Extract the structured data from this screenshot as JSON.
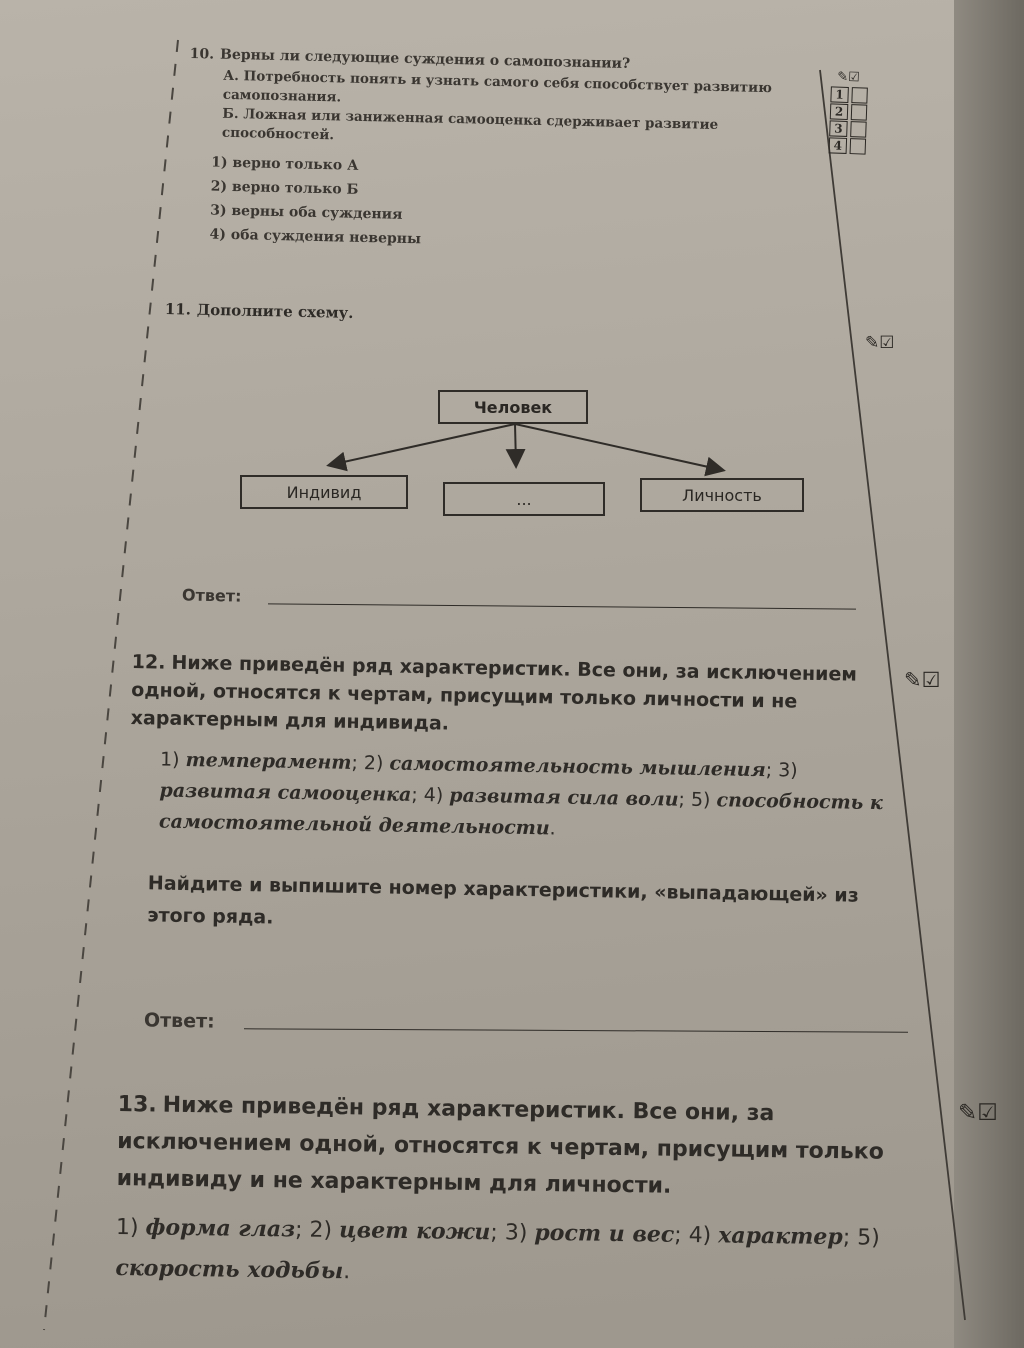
{
  "q10": {
    "number": "10.",
    "question": "Верны ли следующие суждения о самопознании?",
    "a": "А. Потребность понять и узнать самого себя способствует развитию самопознания.",
    "b": "Б. Ложная или заниженная самооценка сдерживает развитие способностей.",
    "options": [
      "1) верно только А",
      "2) верно только Б",
      "3) верны оба суждения",
      "4) оба суждения неверны"
    ],
    "answer_numbers": [
      "1",
      "2",
      "3",
      "4"
    ]
  },
  "q11": {
    "number": "11.",
    "question": "Дополните схему.",
    "top_box": "Человек",
    "left_box": "Индивид",
    "middle_box": "...",
    "right_box": "Личность",
    "answer_label": "Ответ:"
  },
  "q12": {
    "number": "12.",
    "question": "Ниже приведён ряд характеристик. Все они, за исключением одной, относятся к чертам, присущим только личности и не характерным для индивида.",
    "o1": "1) ",
    "o1t": "темперамент",
    "o2": "; 2) ",
    "o2t": "самостоятельность мышления",
    "o3": "; 3) ",
    "o3t": "развитая самооценка",
    "o4": "; 4) ",
    "o4t": "развитая сила воли",
    "o5": "; 5) ",
    "o5t": "способность к самостоятельной деятельности",
    "o_end": ".",
    "find": "Найдите и выпишите номер характеристики, «выпадающей» из этого ряда.",
    "answer_label": "Ответ:"
  },
  "q13": {
    "number": "13.",
    "question": "Ниже приведён ряд характеристик. Все они, за исключением одной, относятся к чертам, присущим только индивиду и не характерным для личности.",
    "o1": "1) ",
    "o1t": "форма глаз",
    "o2": "; 2) ",
    "o2t": "цвет кожи",
    "o3": "; 3) ",
    "o3t": "рост и вес",
    "o4": "; 4) ",
    "o4t": "характер",
    "o5": "; 5) ",
    "o5t": "скорость ходьбы",
    "o_end": "."
  },
  "icons": [
    "pencil-check-icon",
    "checkbox-icon"
  ]
}
